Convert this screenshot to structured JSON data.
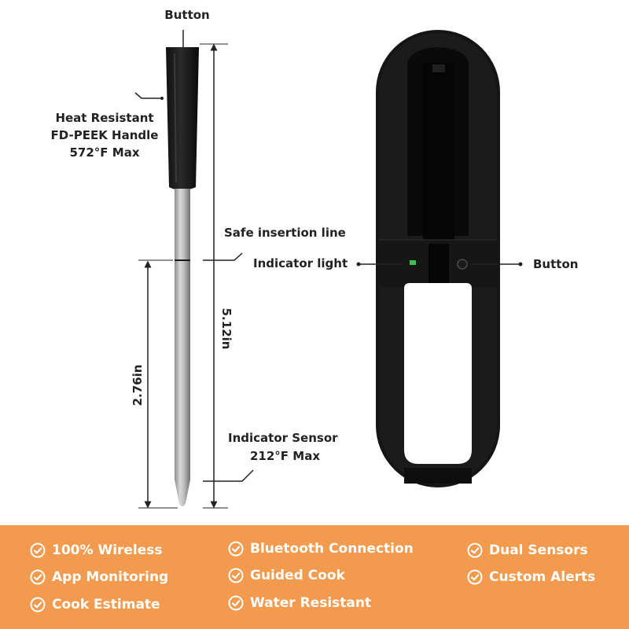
{
  "labels": {
    "button_top": "Button",
    "handle_line1": "Heat Resistant",
    "handle_line2": "FD-PEEK Handle",
    "handle_line3": "572°F Max",
    "safe_insertion": "Safe insertion line",
    "indicator_light": "Indicator light",
    "button_right": "Button",
    "total_length": "5.12in",
    "insert_length": "2.76in",
    "sensor_line1": "Indicator Sensor",
    "sensor_line2": "212°F Max"
  },
  "features": {
    "col1": [
      "100% Wireless",
      "App Monitoring",
      "Cook Estimate"
    ],
    "col2": [
      "Bluetooth Connection",
      "Guided Cook",
      "Water Resistant"
    ],
    "col3": [
      "Dual Sensors",
      "Custom Alerts"
    ]
  },
  "colors": {
    "band": "#f29a4d",
    "indicator_light": "#3cc24a",
    "text": "#222222"
  },
  "icons": {
    "feature_bullet": "check-circle-icon"
  }
}
